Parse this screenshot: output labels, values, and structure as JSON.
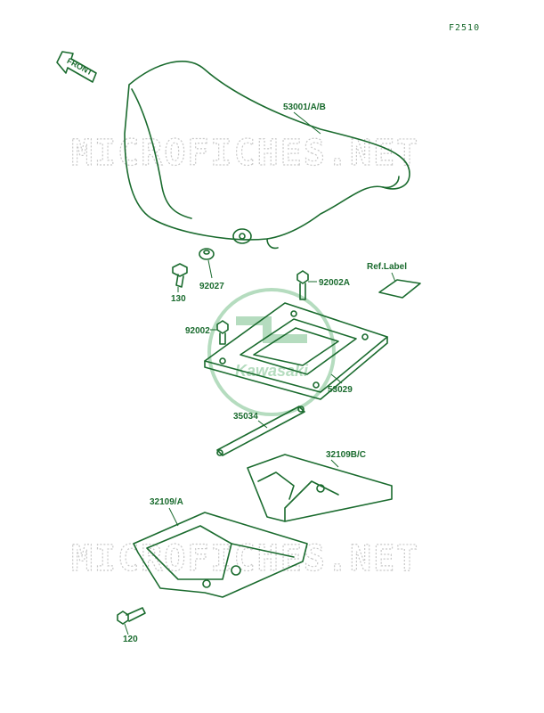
{
  "diagram": {
    "ref_code": "F2510",
    "front_label": "FRONT",
    "watermark": "MICROFICHES.NET",
    "logo_text": "Kawasaki",
    "labels": {
      "seat": "53001/A/B",
      "bolt_130": "130",
      "collar": "92027",
      "bolt_92002a": "92002A",
      "ref_label": "Ref.Label",
      "bolt_92002": "92002",
      "seat_base": "53029",
      "strap": "35034",
      "bracket_bc": "32109B/C",
      "bracket_a": "32109/A",
      "bolt_120": "120"
    },
    "colors": {
      "line": "#1a6b2e",
      "watermark": "#c8c8c8"
    }
  }
}
